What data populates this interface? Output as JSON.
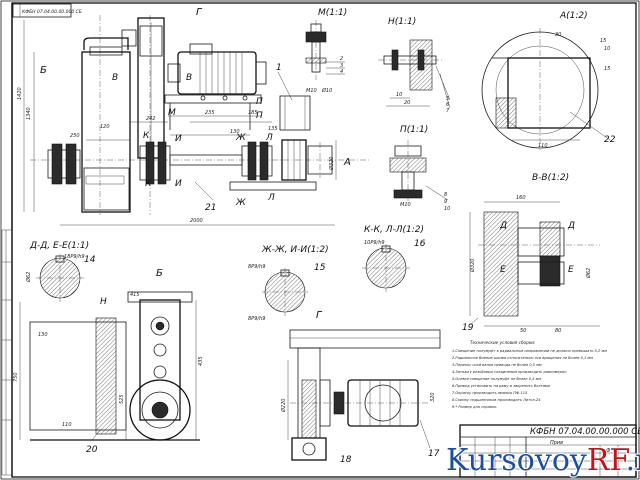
{
  "sheet": {
    "code": "КФБН 07.04.00.00.000 СБ",
    "rotated_stamp": "КФБН 07.04.00.00.000 СБ",
    "stamp_sheet": "Прив",
    "stamp_small": "Ф"
  },
  "views": {
    "main": {
      "labels": [
        "Г",
        "Б",
        "В",
        "В",
        "К",
        "К",
        "М",
        "И",
        "И",
        "Ж",
        "Ж",
        "П",
        "П",
        "Л",
        "Л",
        "А",
        "1",
        "21"
      ],
      "dims": [
        "250",
        "242",
        "235",
        "1340",
        "1420",
        "2000",
        "Ø320",
        "120",
        "130",
        "185",
        "135"
      ]
    },
    "m": {
      "title": "М(1:1)",
      "labels": [
        "2",
        "3",
        "4"
      ],
      "dims": [
        "M10",
        "Ø10"
      ]
    },
    "n": {
      "title": "Н(1:1)",
      "labels": [
        "5",
        "6",
        "7"
      ],
      "dims": [
        "10",
        "20"
      ]
    },
    "a": {
      "title": "А(1:2)",
      "labels": [
        "22"
      ],
      "dims": [
        "110",
        "30",
        "15",
        "10",
        "15"
      ]
    },
    "p": {
      "title": "П(1:1)",
      "labels": [
        "8",
        "9",
        "10"
      ],
      "dims": [
        "M10"
      ]
    },
    "vv": {
      "title": "В-В(1:2)",
      "labels": [
        "Д",
        "Д",
        "Е",
        "Е",
        "19"
      ],
      "dims": [
        "160",
        "50",
        "80",
        "Ø320",
        "Ø62"
      ]
    },
    "dd": {
      "title": "Д-Д, Е-Е(1:1)",
      "labels": [
        "14"
      ],
      "dims": [
        "18Р9/h9",
        "Ø62"
      ]
    },
    "zh": {
      "title": "Ж-Ж, И-И(1:2)",
      "labels": [
        "15"
      ],
      "dims": [
        "8Р9/h9",
        "8Р9/h9"
      ]
    },
    "kk": {
      "title": "К-К, Л-Л(1:2)",
      "labels": [
        "16"
      ],
      "dims": [
        "10Р9/h9"
      ]
    },
    "b": {
      "title": "Б",
      "labels": [
        "Н",
        "20"
      ],
      "dims": [
        "435",
        "750",
        "525",
        "415",
        "130",
        "110"
      ]
    },
    "g": {
      "title": "Г",
      "labels": [
        "17",
        "18"
      ],
      "dims": [
        "Ø220",
        "320"
      ]
    }
  },
  "notes": {
    "title": "Технические условия сборки:",
    "lines": [
      "1.Смещение полумуфт в радиальном направлении не должно превышать 0,2 мм",
      "2.Радиальное биение шкива относительно оси вращения не более 0,1 мм",
      "3.Перекос осей валов привода не более 0,5 мм",
      "4.Затяжку резьбовых соединений производить равномерно",
      "5.Осевое смещение полумуфт не более 0,4 мм",
      "6.Привод установить на раму и закрепить болтами",
      "7.Окраску производить эмалью ПФ-115",
      "8.Смазку подшипников производить Литол-24",
      "9.* Размер для справок."
    ]
  },
  "watermark": {
    "part1": "Kursovoy",
    "part2": "RF",
    "part3": ".ru"
  },
  "colors": {
    "line": "#1a1a1a",
    "watermark_blue": "#1d4fa0",
    "watermark_red": "#c0151b"
  }
}
